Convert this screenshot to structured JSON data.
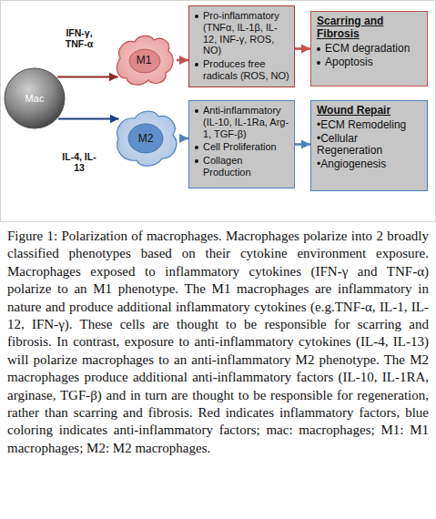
{
  "diagram": {
    "caption": "Figure 1: Polarization of macrophages. Macrophages polarize into 2 broadly classified phenotypes based on their cytokine environment exposure. Macrophages exposed to inflammatory cytokines (IFN-γ and TNF-α) polarize to an M1 phenotype. The M1 macrophages are inflammatory in nature and produce additional inflammatory cytokines (e.g.TNF-α, IL-1, IL-12, IFN-γ). These cells are thought to be responsible for scarring and fibrosis. In contrast, exposure to anti-inflammatory cytokines (IL-4, IL-13) will polarize macrophages to an anti-inflammatory M2 phenotype. The M2 macrophages produce additional anti-inflammatory factors (IL-10, IL-1RA, arginase, TGF-β) and in turn are thought to be responsible for regeneration, rather than scarring and fibrosis. Red indicates inflammatory factors, blue coloring indicates anti-inflammatory factors; mac: macrophages; M1: M1 macrophages; M2: M2 macrophages.",
    "nodes": [
      {
        "text": [
          "Mac"
        ]
      },
      {
        "text": [
          "M1"
        ]
      },
      {
        "text": [
          "M2"
        ]
      },
      {
        "text": [
          "Pro-inflammatory (TNFα, IL-1β, IL-12, INF-γ, ROS, NO)",
          "Produces free radicals (ROS, NO)"
        ]
      },
      {
        "text": [
          "Scarring and Fibrosis",
          "ECM degradation",
          "Apoptosis"
        ]
      },
      {
        "text": [
          "Anti-inflammatory (IL-10, IL-1Ra, Arg-1, TGF-β)",
          "Cell Proliferation",
          "Collagen Production"
        ]
      },
      {
        "text": [
          "Wound Repair",
          "•ECM Remodeling",
          "•Cellular Regeneration",
          "•Angiogenesis"
        ]
      }
    ],
    "edges": [
      {
        "from": 0,
        "to": 1,
        "arrow": "to",
        "label": "IFN-γ, TNF-α"
      },
      {
        "from": 0,
        "to": 2,
        "arrow": "to",
        "label": "IL-4, IL-13"
      },
      {
        "from": 1,
        "to": 3,
        "arrow": "to"
      },
      {
        "from": 3,
        "to": 4,
        "arrow": "to"
      },
      {
        "from": 2,
        "to": 5,
        "arrow": "to"
      },
      {
        "from": 5,
        "to": 6,
        "arrow": "to"
      }
    ]
  }
}
